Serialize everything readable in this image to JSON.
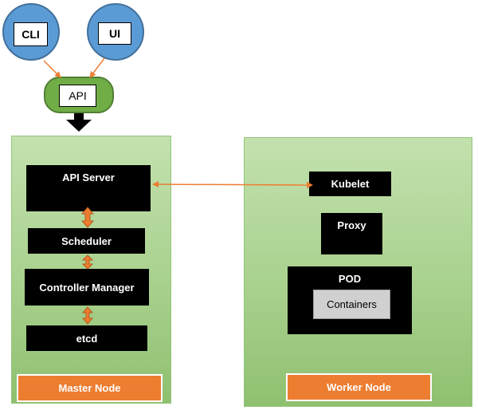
{
  "clients": {
    "cli_label": "CLI",
    "ui_label": "UI"
  },
  "api": {
    "label": "API"
  },
  "master_node": {
    "label": "Master Node",
    "components": {
      "api_server": "API Server",
      "scheduler": "Scheduler",
      "controller_manager": "Controller Manager",
      "etcd": "etcd"
    }
  },
  "worker_node": {
    "label": "Worker Node",
    "components": {
      "kubelet": "Kubelet",
      "proxy": "Proxy",
      "pod": "POD",
      "containers": "Containers"
    }
  },
  "colors": {
    "client_circle": "#5b9bd5",
    "api_pill": "#70ad47",
    "node_panel": "#a9d18e",
    "node_label": "#ed7d31",
    "component_box": "#000000",
    "connector_arrow": "#ed7d31"
  }
}
